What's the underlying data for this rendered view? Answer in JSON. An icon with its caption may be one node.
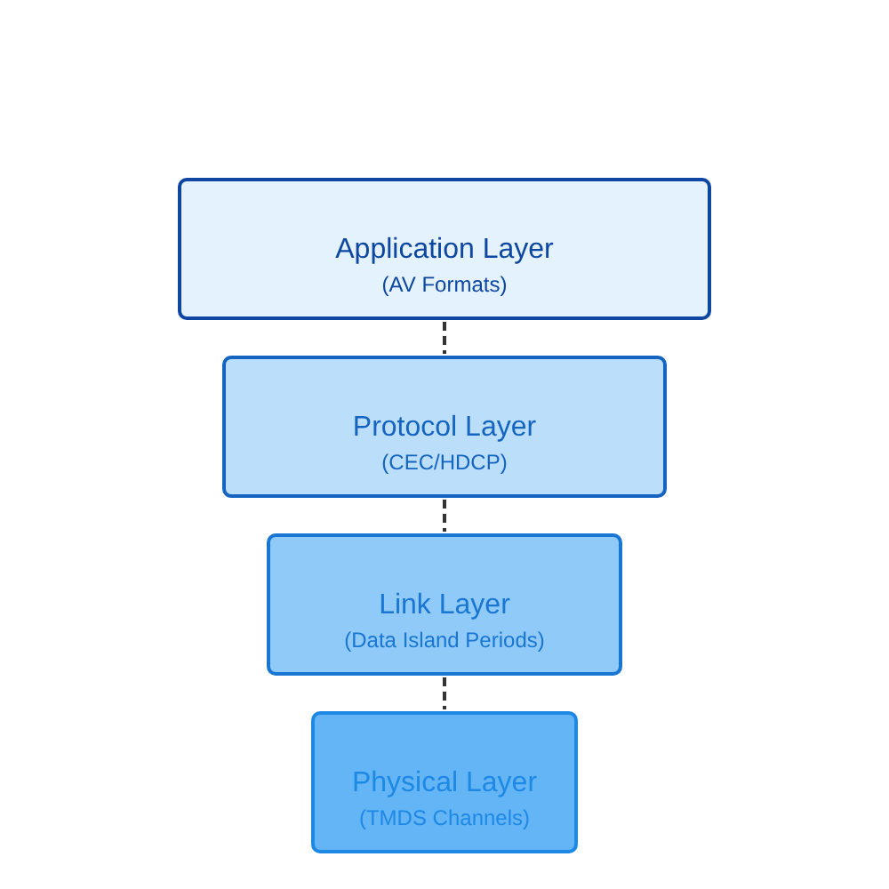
{
  "diagram": {
    "nodes": [
      {
        "text": [
          "Application Layer",
          "(AV Formats)"
        ]
      },
      {
        "text": [
          "Protocol Layer",
          "(CEC/HDCP)"
        ]
      },
      {
        "text": [
          "Link Layer",
          "(Data Island Periods)"
        ]
      },
      {
        "text": [
          "Physical Layer",
          "(TMDS Channels)"
        ]
      }
    ],
    "edges": [
      {
        "from": 0,
        "to": 1,
        "arrow": "none",
        "style": "dashed"
      },
      {
        "from": 1,
        "to": 2,
        "arrow": "none",
        "style": "dashed"
      },
      {
        "from": 2,
        "to": 3,
        "arrow": "none",
        "style": "dashed"
      }
    ]
  }
}
